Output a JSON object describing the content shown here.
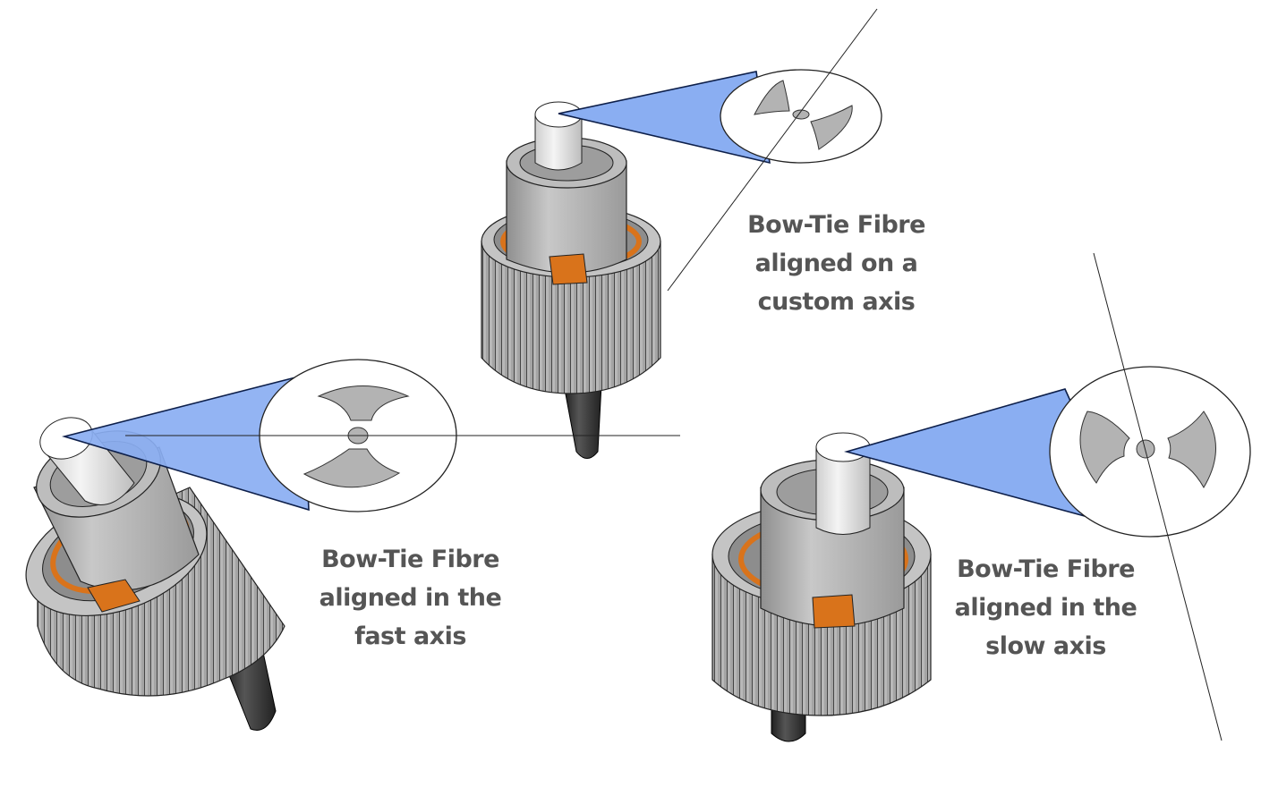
{
  "title": "Bow-Tie Fibre connector alignment",
  "colors": {
    "beam": "#8aaef2",
    "metal": "#a9a9a9",
    "metal_light": "#cfcfcf",
    "ferrule": "#e8e8e8",
    "key": "#d9731b",
    "boot": "#2f2f2f",
    "stress_rod": "#b3b3b3",
    "text": "#555555"
  },
  "connectors": [
    {
      "id": "custom",
      "label_lines": [
        "Bow-Tie Fibre",
        "aligned on a",
        "custom axis"
      ],
      "axis": "custom"
    },
    {
      "id": "fast",
      "label_lines": [
        "Bow-Tie Fibre",
        "aligned in the",
        "fast axis"
      ],
      "axis": "fast"
    },
    {
      "id": "slow",
      "label_lines": [
        "Bow-Tie Fibre",
        "aligned in the",
        "slow axis"
      ],
      "axis": "slow"
    }
  ]
}
